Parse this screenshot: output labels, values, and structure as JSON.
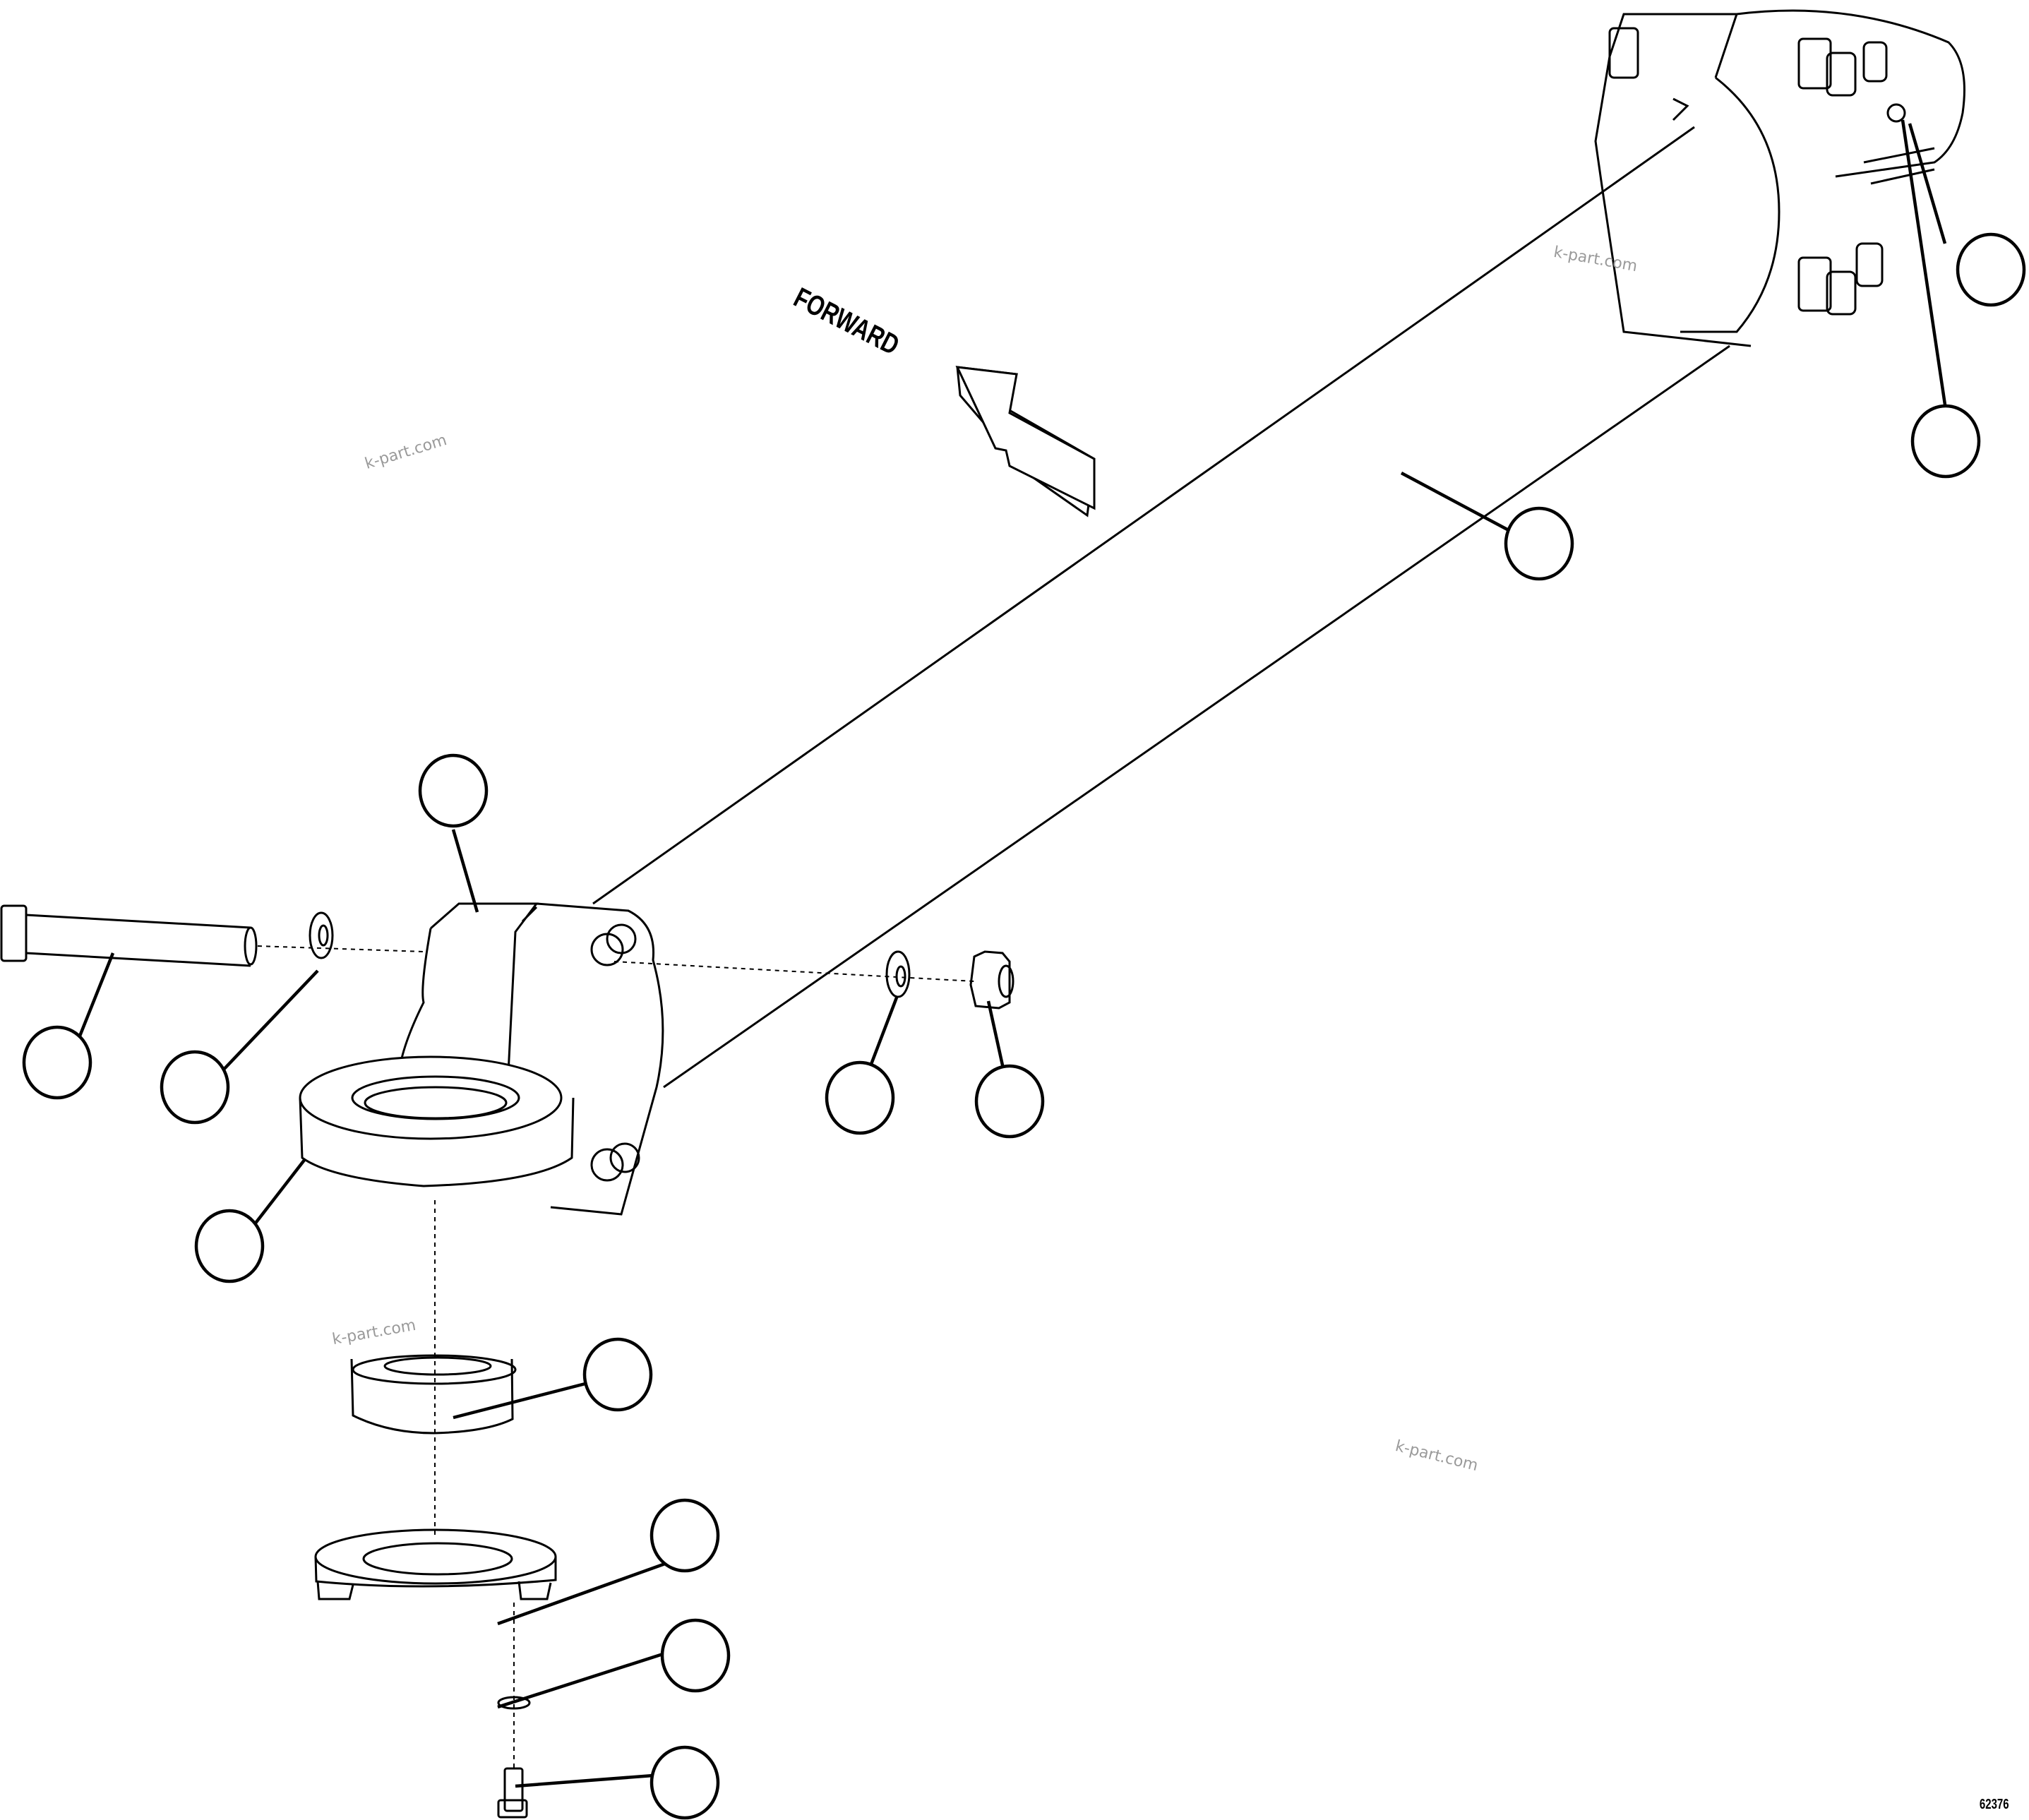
{
  "diagram": {
    "type": "exploded-parts-illustration",
    "direction_label": "FORWARD",
    "figure_number": "62376",
    "watermarks": [
      "k-part.com",
      "k-part.com",
      "k-part.com",
      "k-part.com"
    ],
    "callouts": [
      {
        "id": "callout-1",
        "part": "tube-end-housing-right",
        "label": ""
      },
      {
        "id": "callout-2",
        "part": "grease-fitting",
        "label": ""
      },
      {
        "id": "callout-3",
        "part": "drag-link-tube",
        "label": ""
      },
      {
        "id": "callout-4",
        "part": "clamp-housing",
        "label": ""
      },
      {
        "id": "callout-5",
        "part": "bolt",
        "label": ""
      },
      {
        "id": "callout-6",
        "part": "washer-left",
        "label": ""
      },
      {
        "id": "callout-7",
        "part": "washer-right",
        "label": ""
      },
      {
        "id": "callout-8",
        "part": "lock-nut",
        "label": ""
      },
      {
        "id": "callout-9",
        "part": "ball-socket-housing",
        "label": ""
      },
      {
        "id": "callout-10",
        "part": "ball-joint-bushing",
        "label": ""
      },
      {
        "id": "callout-11",
        "part": "retainer-plate",
        "label": ""
      },
      {
        "id": "callout-12",
        "part": "lock-washer",
        "label": ""
      },
      {
        "id": "callout-13",
        "part": "cap-screw",
        "label": ""
      }
    ],
    "colors": {
      "line": "#000000",
      "background": "#ffffff",
      "watermark": "#9a9a9a"
    }
  }
}
